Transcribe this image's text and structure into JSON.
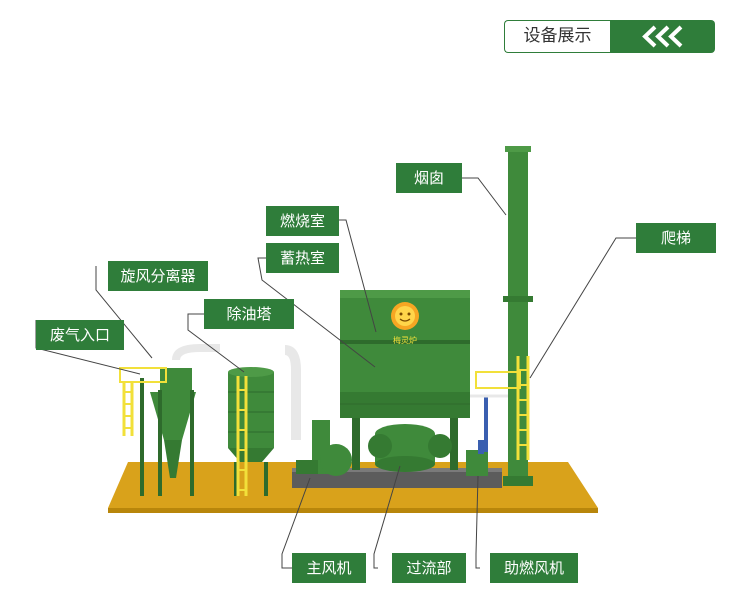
{
  "header": {
    "title": "设备展示",
    "arrows_icon": "triple-chevron-left-icon"
  },
  "labels": {
    "chimney": "烟囱",
    "ladder": "爬梯",
    "combustion_chamber": "燃烧室",
    "regenerator_chamber": "蓄热室",
    "cyclone_separator": "旋风分离器",
    "oil_removal_tower": "除油塔",
    "exhaust_inlet": "废气入口",
    "main_fan": "主风机",
    "flow_section": "过流部",
    "combustion_fan": "助燃风机"
  },
  "logo_text": "梅灵炉",
  "colors": {
    "accent": "#2f7d3a",
    "equipment": "#3f8a3b",
    "platform": "#d9a21b",
    "railing": "#f2e03a"
  }
}
